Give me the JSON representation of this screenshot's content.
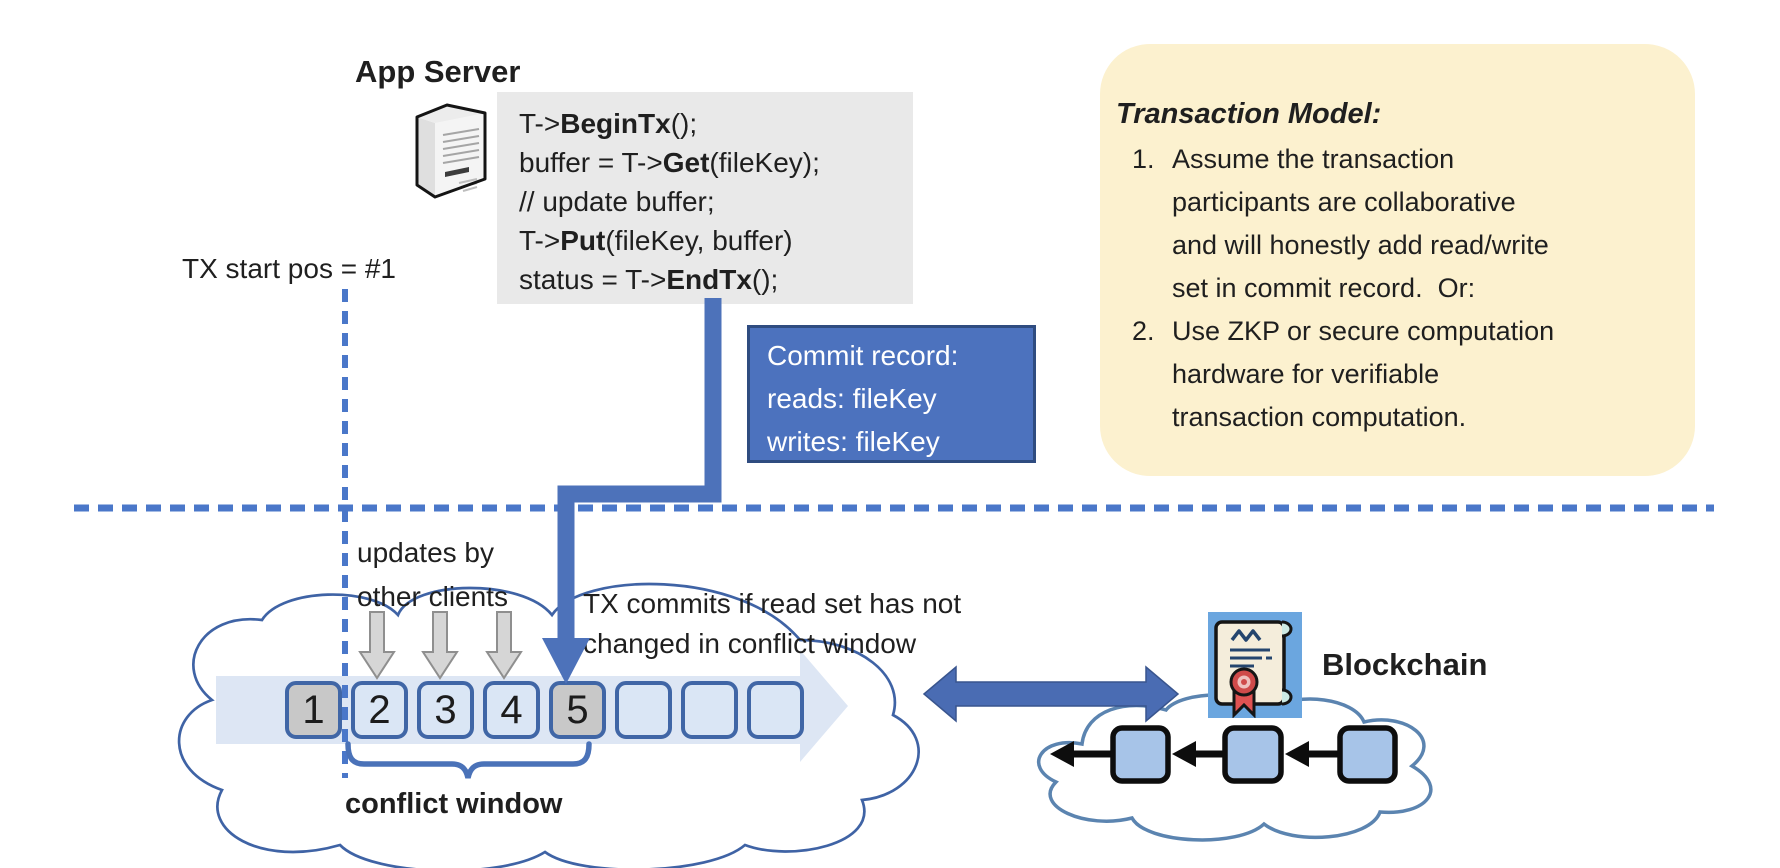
{
  "app_server": {
    "label": "App Server"
  },
  "code_block": {
    "lines": [
      [
        {
          "t": "T->"
        },
        {
          "t": "BeginTx",
          "b": true
        },
        {
          "t": "();"
        }
      ],
      [
        {
          "t": "buffer = T->"
        },
        {
          "t": "Get",
          "b": true
        },
        {
          "t": "(fileKey);"
        }
      ],
      [
        {
          "t": "// update buffer;"
        }
      ],
      [
        {
          "t": "T->"
        },
        {
          "t": "Put",
          "b": true
        },
        {
          "t": "(fileKey, buffer)"
        }
      ],
      [
        {
          "t": "status = T->"
        },
        {
          "t": "EndTx",
          "b": true
        },
        {
          "t": "();"
        }
      ]
    ]
  },
  "labels": {
    "tx_start": "TX start pos = #1",
    "updates": "updates by\nother clients",
    "commits": "TX commits if read set has not\nchanged in conflict window",
    "window": "conflict window",
    "blockchain": "Blockchain"
  },
  "commit_record": {
    "lines": [
      "Commit record:",
      "reads: fileKey",
      "writes: fileKey"
    ]
  },
  "transaction_model": {
    "title": "Transaction Model:",
    "items": [
      "Assume the transaction\nparticipants are collaborative\nand will honestly add read/write\nset in commit record.  Or:",
      "Use ZKP or secure computation\nhardware for verifiable\ntransaction computation."
    ]
  },
  "timeline": {
    "slots": [
      "1",
      "2",
      "3",
      "4",
      "5",
      "",
      "",
      ""
    ],
    "gray_slots": [
      1,
      5
    ]
  },
  "icons": {
    "server": "server-tower-icon",
    "certificate": "certificate-scroll-icon"
  },
  "colors": {
    "accent_blue": "#4d72ba",
    "dash_blue": "#4a77c9",
    "commit_fill": "#4c72be",
    "commit_border": "#2f4c80",
    "note_bg": "#fcf1cf",
    "code_bg": "#e9e9e9",
    "slot_blue": "#dae6f5",
    "slot_gray": "#c8c8c8",
    "slot_border": "#4066a6",
    "band": "#dde6f4",
    "left_cloud_stroke": "#3f63a5",
    "right_cloud_stroke": "#5b84b0",
    "chain_block": "#a7c4e8",
    "gray_arrow": "#d6d6d6"
  }
}
